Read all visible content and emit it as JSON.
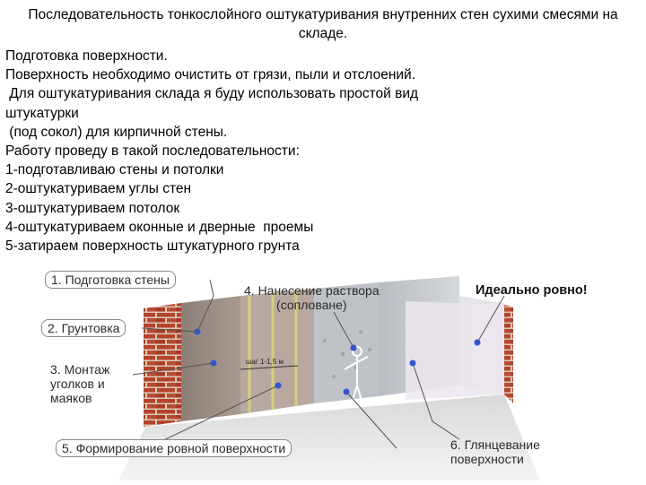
{
  "title": "Последовательность тонкослойного оштукатуривания внутренних стен сухими смесями на складе.",
  "body_lines": [
    "Подготовка поверхности.",
    "Поверхность необходимо очистить от грязи, пыли и отслоений.",
    " Для оштукатуривания склада я буду использовать простой вид",
    "штукатурки",
    " (под сокол) для кирпичной стены.",
    "Работу проведу в такой последовательности:",
    "1-подготавливаю стены и потолки",
    "2-оштукатуриваем углы стен",
    "3-оштукатуриваем потолок",
    "4-оштукатуриваем оконные и дверные  проемы",
    "5-затираем поверхность штукатурного грунта"
  ],
  "illustration": {
    "labels": {
      "step1": "1. Подготовка стены",
      "step2": "2. Грунтовка",
      "step3_line1": "3. Монтаж",
      "step3_line2": "уголков и",
      "step3_line3": "маяков",
      "step4_line1": "4. Нанесение раствора",
      "step4_line2": "(сопловане)",
      "step5": "5. Формирование ровной поверхности",
      "step6_line1": "6. Глянцевание",
      "step6_line2": "поверхности",
      "perfect": "Идеально ровно!",
      "step_size": "шаг 1-1,5 м"
    },
    "colors": {
      "brick": "#b5432c",
      "mortar": "#d9c9b8",
      "primer": "#9a8a82",
      "plaster": "#c9cdd3",
      "finish": "#e9e4ea",
      "marker": "#2f56d8"
    }
  }
}
